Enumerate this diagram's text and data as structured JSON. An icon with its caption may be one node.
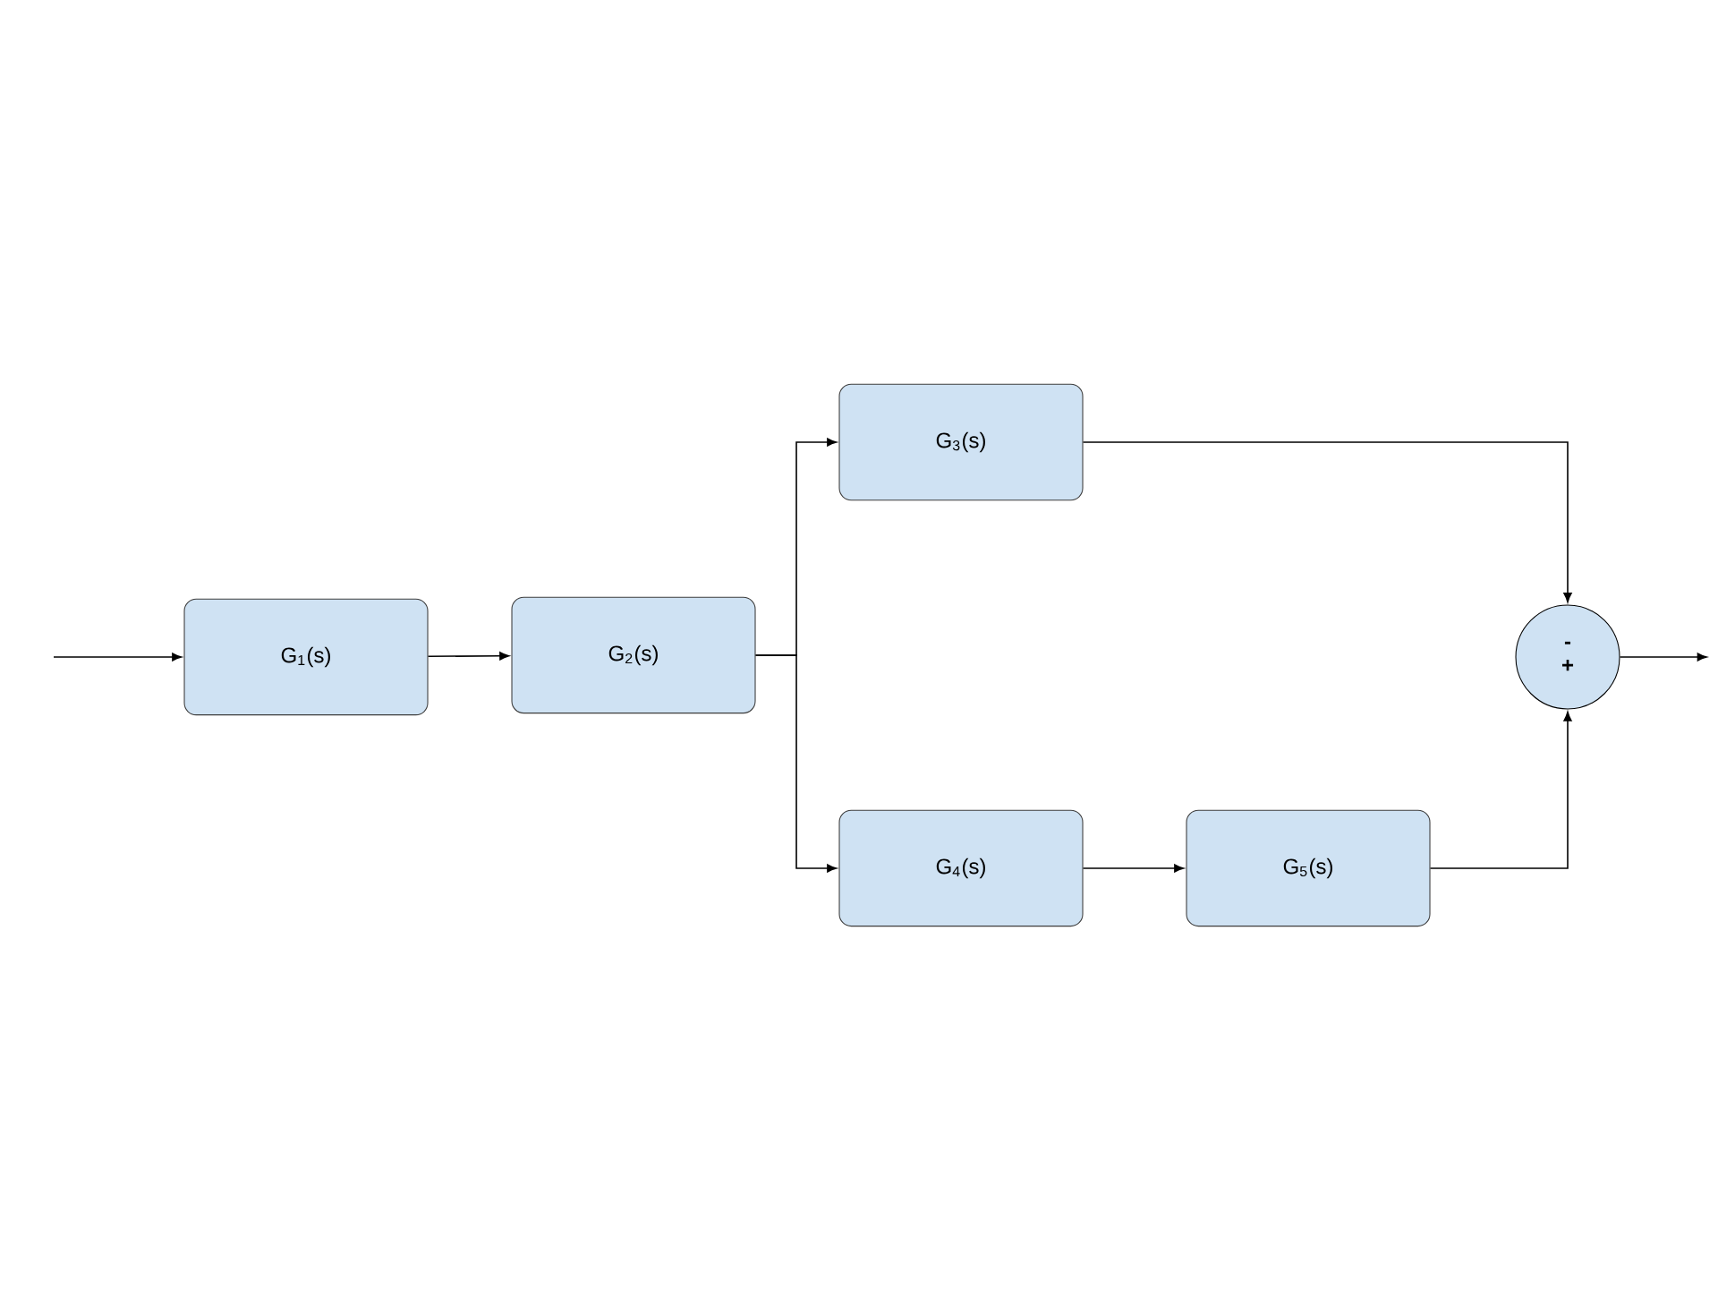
{
  "diagram": {
    "nodes": [
      {
        "text": [
          "G$_{1}$(s)"
        ]
      },
      {
        "text": [
          "G$_{2}$(s)"
        ]
      },
      {
        "text": [
          "G$_{3}$(s)"
        ]
      },
      {
        "text": [
          "G$_{4}$(s)"
        ]
      },
      {
        "text": [
          "G$_{5}$(s)"
        ]
      },
      {
        "text": [
          "-",
          "+"
        ]
      }
    ],
    "edges": [
      {
        "from": null,
        "to": 0,
        "arrow": "to"
      },
      {
        "from": 0,
        "to": 1,
        "arrow": "to"
      },
      {
        "from": 1,
        "to": 2,
        "arrow": "to"
      },
      {
        "from": 1,
        "to": 3,
        "arrow": "to"
      },
      {
        "from": 3,
        "to": 4,
        "arrow": "to"
      },
      {
        "from": 2,
        "to": 5,
        "arrow": "to"
      },
      {
        "from": 4,
        "to": 5,
        "arrow": "to"
      },
      {
        "from": 5,
        "to": null,
        "arrow": "to"
      }
    ]
  }
}
